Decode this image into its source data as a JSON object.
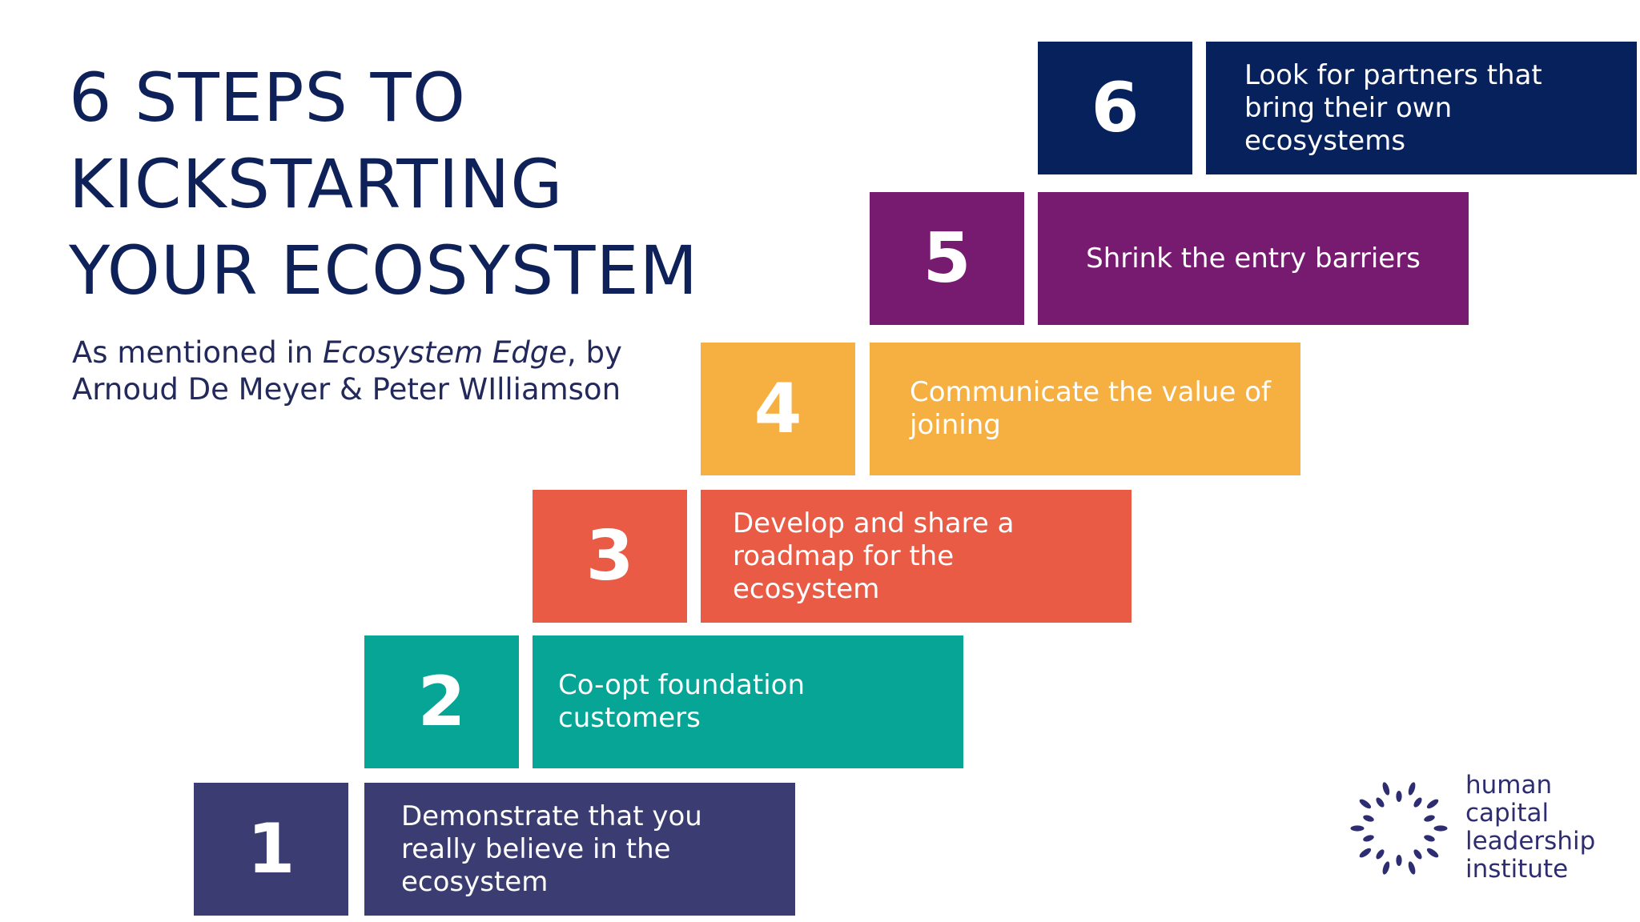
{
  "title_lines": [
    "6 STEPS TO",
    "KICKSTARTING",
    "YOUR ECOSYSTEM"
  ],
  "subtitle": {
    "prefix": "As mentioned in ",
    "book": "Ecosystem Edge",
    "suffix": ", by",
    "line2": "Arnoud De Meyer & Peter WIlliamson"
  },
  "steps": [
    {
      "number": "1",
      "text": "Demonstrate that you really believe in the ecosystem",
      "color": "#3a3c72"
    },
    {
      "number": "2",
      "text": "Co-opt foundation customers",
      "color": "#06a596"
    },
    {
      "number": "3",
      "text": "Develop and share a roadmap for the ecosystem",
      "color": "#ea5b46"
    },
    {
      "number": "4",
      "text": "Communicate the value of joining",
      "color": "#f6b042"
    },
    {
      "number": "5",
      "text": "Shrink the entry barriers",
      "color": "#771b70"
    },
    {
      "number": "6",
      "text": "Look for partners that bring their own ecosystems",
      "color": "#07215d"
    }
  ],
  "logo": {
    "lines": [
      "human",
      "capital",
      "leadership",
      "institute"
    ],
    "color": "#2e2d72"
  },
  "colors": {
    "title": "#0f2159",
    "subtitle": "#23295a"
  }
}
